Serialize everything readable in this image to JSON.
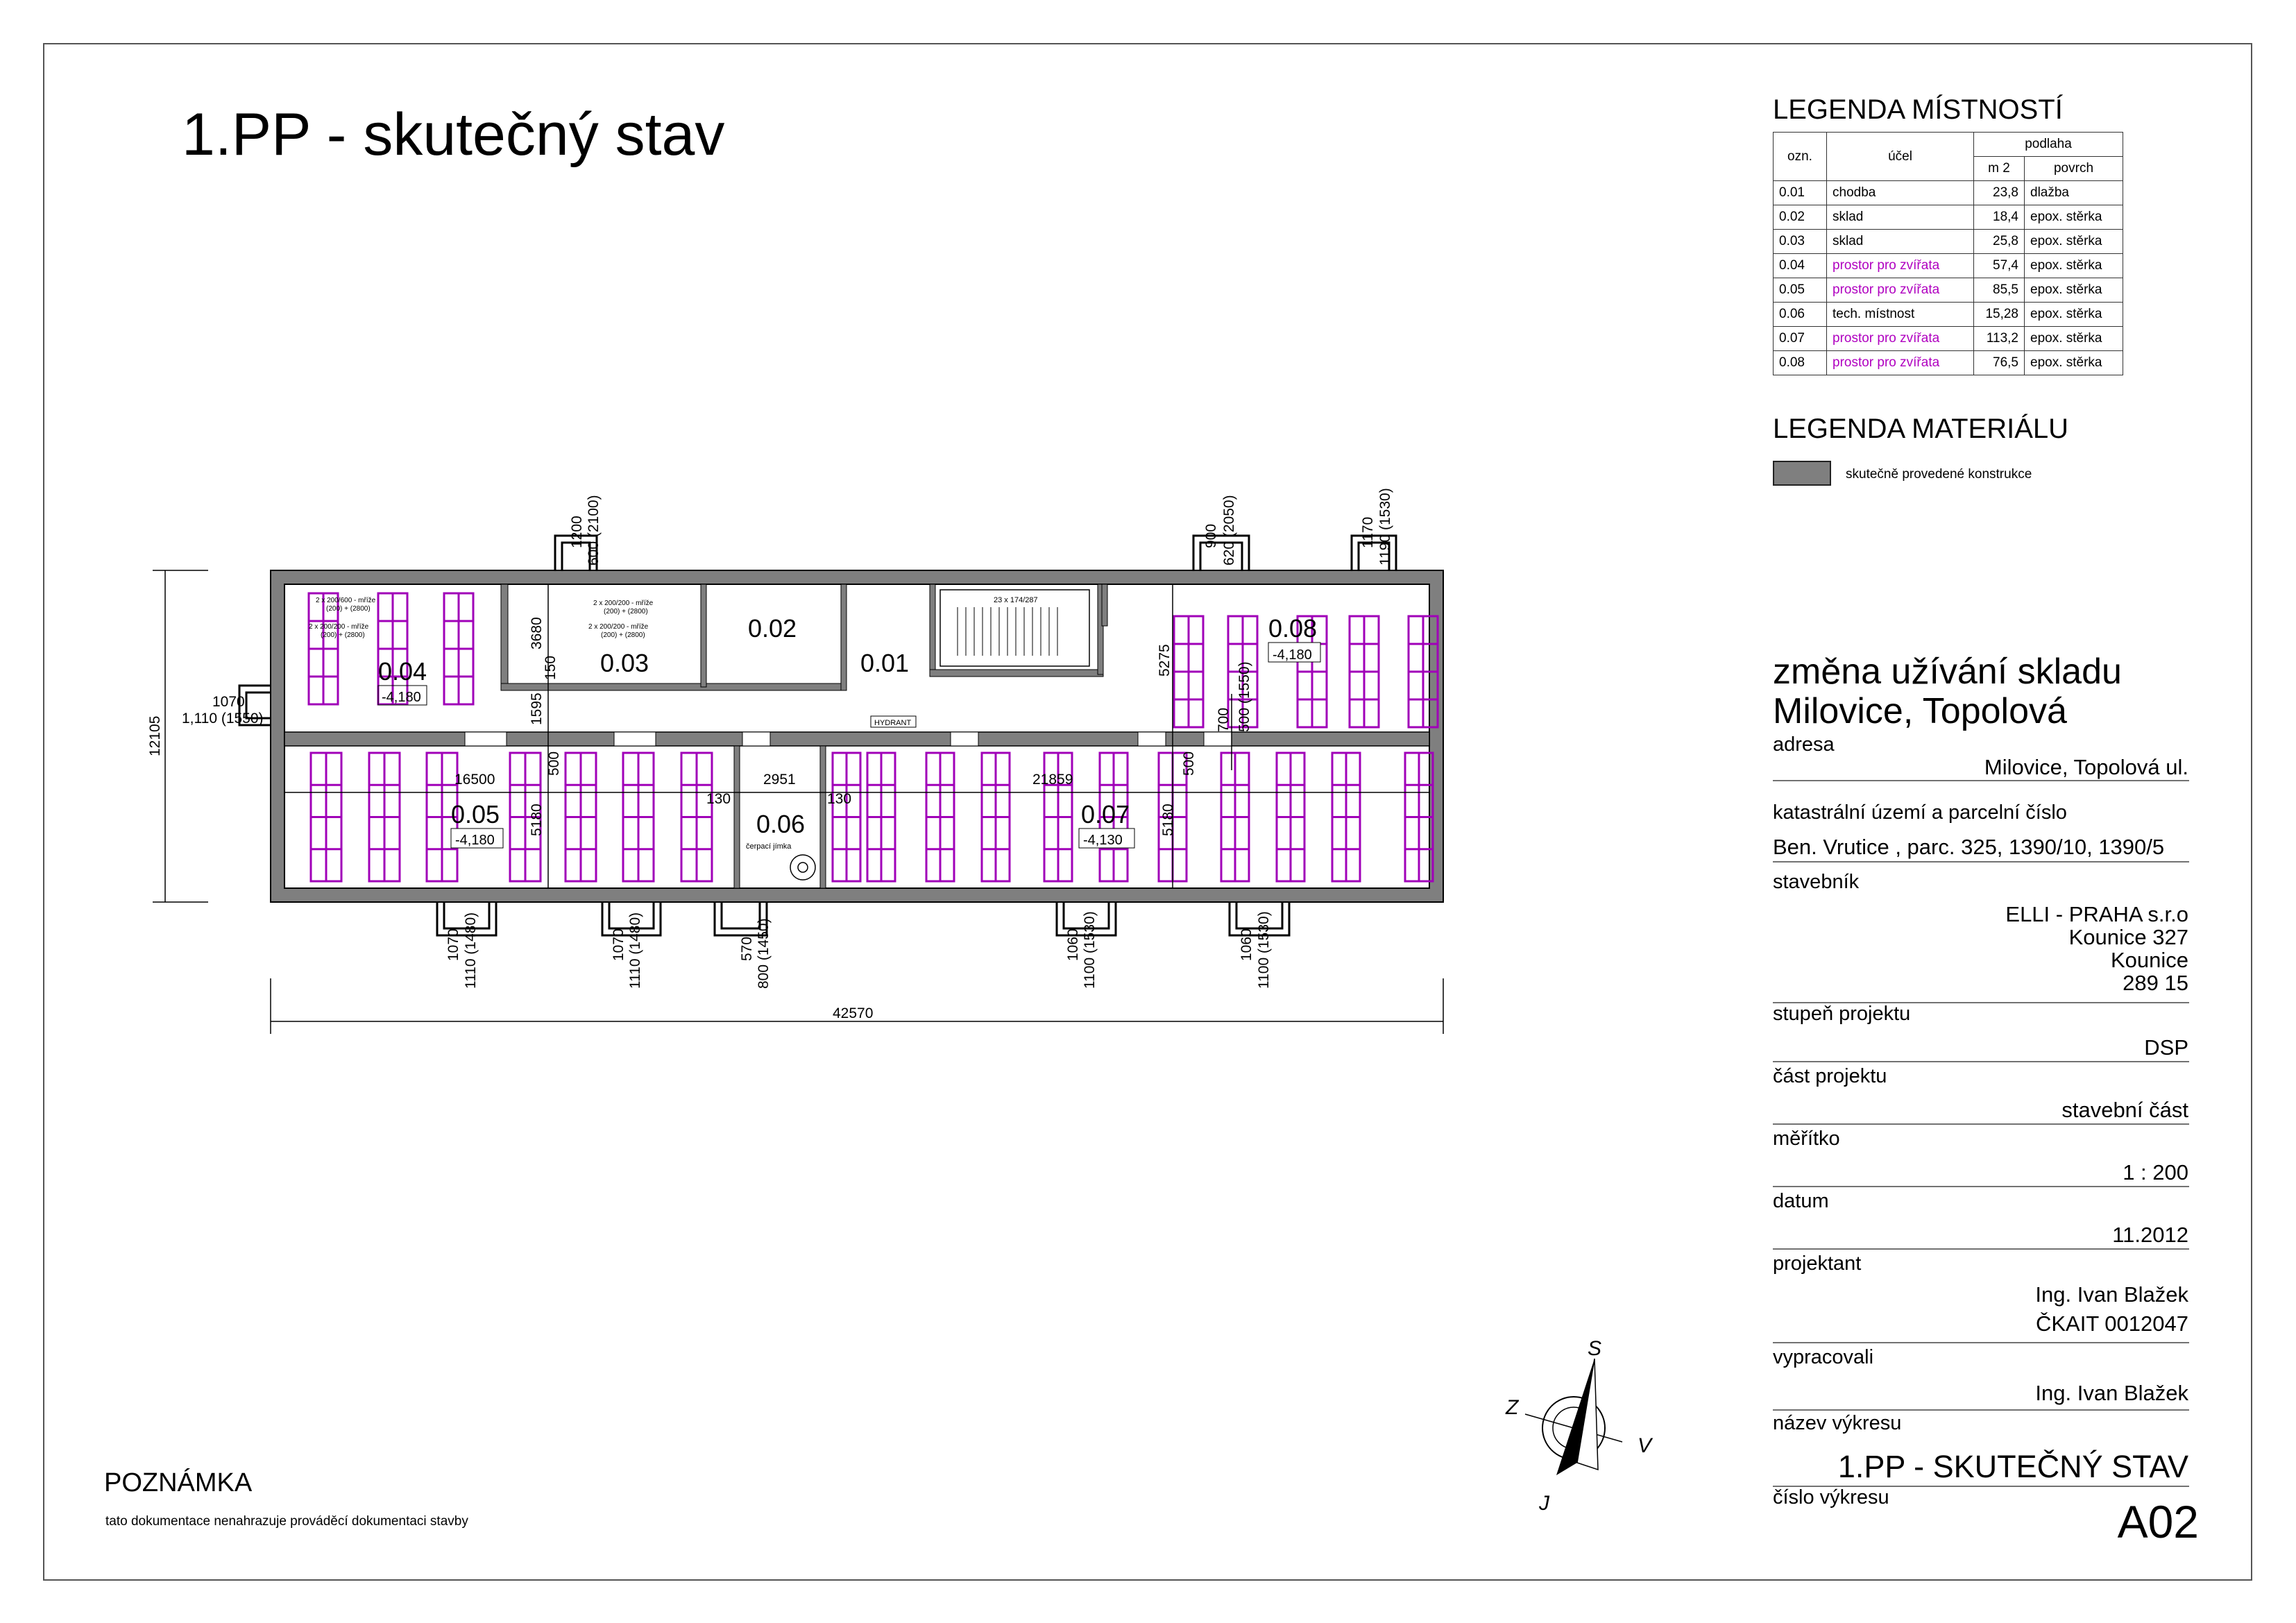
{
  "drawing_title": "1.PP - skutečný stav",
  "room_legend": {
    "heading": "LEGENDA MÍSTNOSTÍ",
    "col_code": "ozn.",
    "col_purpose": "účel",
    "col_floor": "podlaha",
    "col_area": "m 2",
    "col_surface": "povrch",
    "rooms": [
      {
        "code": "0.01",
        "purpose": "chodba",
        "area": "23,8",
        "surface": "dlažba",
        "highlight": false
      },
      {
        "code": "0.02",
        "purpose": "sklad",
        "area": "18,4",
        "surface": "epox. stěrka",
        "highlight": false
      },
      {
        "code": "0.03",
        "purpose": "sklad",
        "area": "25,8",
        "surface": "epox. stěrka",
        "highlight": false
      },
      {
        "code": "0.04",
        "purpose": "prostor pro zvířata",
        "area": "57,4",
        "surface": "epox. stěrka",
        "highlight": true
      },
      {
        "code": "0.05",
        "purpose": "prostor pro zvířata",
        "area": "85,5",
        "surface": "epox. stěrka",
        "highlight": true
      },
      {
        "code": "0.06",
        "purpose": "tech. místnost",
        "area": "15,28",
        "surface": "epox. stěrka",
        "highlight": false
      },
      {
        "code": "0.07",
        "purpose": "prostor pro zvířata",
        "area": "113,2",
        "surface": "epox. stěrka",
        "highlight": true
      },
      {
        "code": "0.08",
        "purpose": "prostor pro zvířata",
        "area": "76,5",
        "surface": "epox. stěrka",
        "highlight": true
      }
    ]
  },
  "material_legend": {
    "heading": "LEGENDA MATERIÁLU",
    "item": "skutečně provedené konstrukce",
    "swatch_color": "#7f7f7f"
  },
  "title_block": {
    "project_title_1": "změna užívání skladu",
    "project_title_2": "Milovice, Topolová",
    "address_label": "adresa",
    "address": "Milovice, Topolová ul.",
    "cadastre_label": "katastrální území a parcelní číslo",
    "cadastre": "Ben. Vrutice , parc. 325, 1390/10, 1390/5",
    "investor_label": "stavebník",
    "investor_1": "ELLI - PRAHA s.r.o",
    "investor_2": "Kounice 327",
    "investor_3": "Kounice",
    "investor_4": "289 15",
    "stage_label": "stupeň projektu",
    "stage": "DSP",
    "part_label": "část projektu",
    "part": "stavební část",
    "scale_label": "měřítko",
    "scale": "1 : 200",
    "date_label": "datum",
    "date": "11.2012",
    "designer_label": "projektant",
    "designer_1": "Ing. Ivan Blažek",
    "designer_2": "ČKAIT 0012047",
    "prepared_label": "vypracovali",
    "prepared": "Ing. Ivan Blažek",
    "drawing_name_label": "název výkresu",
    "drawing_name": "1.PP -  SKUTEČNÝ STAV",
    "drawing_no_label": "číslo výkresu",
    "drawing_no": "A02"
  },
  "note": {
    "heading": "POZNÁMKA",
    "text": "tato dokumentace nenahrazuje prováděcí dokumentaci stavby"
  },
  "compass": {
    "north": "S",
    "south": "J",
    "east": "V",
    "west": "Z"
  },
  "plan": {
    "colors": {
      "wall": "#7f7f7f",
      "pen_fill": "#a000b8",
      "line": "#000000"
    },
    "rooms": [
      {
        "code": "0.01"
      },
      {
        "code": "0.02"
      },
      {
        "code": "0.03"
      },
      {
        "code": "0.04",
        "level": "-4,180"
      },
      {
        "code": "0.05",
        "level": "-4,180"
      },
      {
        "code": "0.06"
      },
      {
        "code": "0.07",
        "level": "-4,130"
      },
      {
        "code": "0.08",
        "level": "-4,180"
      }
    ],
    "dims": {
      "overall_length": "42570",
      "overall_width": "12105",
      "room_05_len": "16500",
      "room_06_len": "2951",
      "room_07_len": "21859",
      "wall_130_a": "130",
      "wall_130_b": "130",
      "d3680": "3680",
      "d150": "150",
      "d1595": "1595",
      "d500_a": "500",
      "d5180_a": "5180",
      "d5275": "5275",
      "d700": "700",
      "d500_b": "500",
      "d5180_b": "5180",
      "d500_1550": "500 (1550)",
      "w_left_1": "1070",
      "w_left_2": "1,110 (1550)",
      "w_top1_a": "1200",
      "w_top1_b": "600 (2100)",
      "w_top2_a": "900",
      "w_top2_b": "620 (2050)",
      "w_top3_a": "1170",
      "w_top3_b": "1190 (1530)",
      "w_bot1_a": "1070",
      "w_bot1_b": "1110 (1480)",
      "w_bot2_a": "1070",
      "w_bot2_b": "1110 (1480)",
      "w_bot3_a": "570",
      "w_bot3_b": "800 (1450)",
      "w_bot4_a": "1060",
      "w_bot4_b": "1100 (1530)",
      "w_bot5_a": "1060",
      "w_bot5_b": "1100 (1530)"
    },
    "annotations": {
      "pen_04_a": "2 x 200/600 - mříže",
      "pen_04_b": "(200) + (2800)",
      "pen_04_c": "2 x 200/200 - mříže",
      "pen_04_d": "(200) + (2800)",
      "pen_03_a": "2 x 200/200 - mříže",
      "pen_03_b": "(200) + (2800)",
      "pen_03_c": "2 x 200/200 - mříže",
      "pen_03_d": "(200) + (2800)",
      "stairs": "23 x 174/287",
      "hydrant": "HYDRANT",
      "pump": "čerpací jímka"
    }
  }
}
